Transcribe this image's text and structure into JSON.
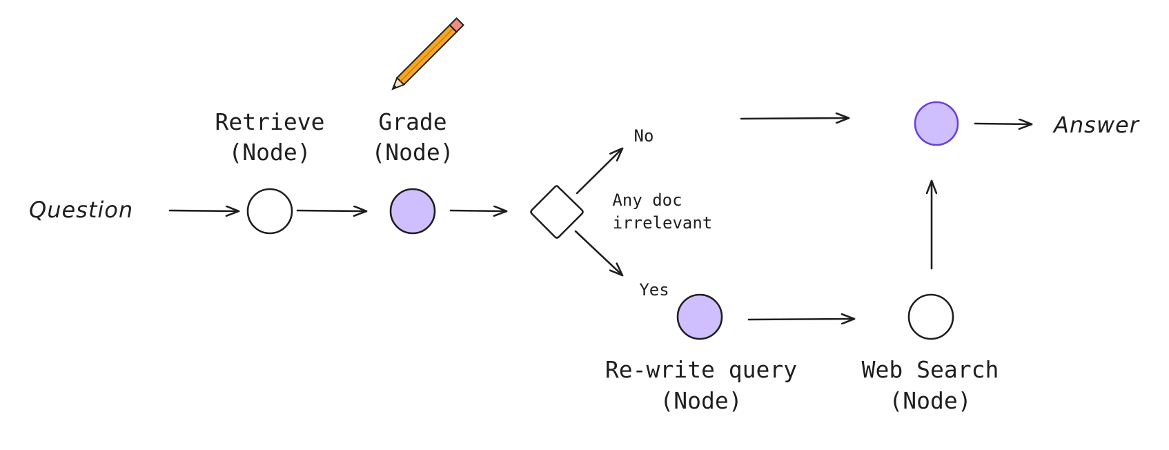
{
  "input_label": "Question",
  "output_label": "Answer",
  "nodes": {
    "retrieve": {
      "title": "Retrieve",
      "subtitle": "(Node)",
      "highlighted": false
    },
    "grade": {
      "title": "Grade",
      "subtitle": "(Node)",
      "highlighted": true
    },
    "rewrite": {
      "title": "Re-write query",
      "subtitle": "(Node)",
      "highlighted": true
    },
    "web_search": {
      "title": "Web Search",
      "subtitle": "(Node)",
      "highlighted": false
    },
    "generate": {
      "title": "",
      "subtitle": "",
      "highlighted": true
    }
  },
  "decision": {
    "line1": "Any doc",
    "line2": "irrelevant",
    "no_label": "No",
    "yes_label": "Yes"
  },
  "colors": {
    "ink": "#1e1e1e",
    "highlight_fill": "#d0bfff",
    "generate_stroke": "#6741d9",
    "pencil_body": "#f5a623",
    "pencil_eraser": "#f28b82"
  },
  "icons": {
    "grade_decoration": "pencil-icon"
  }
}
